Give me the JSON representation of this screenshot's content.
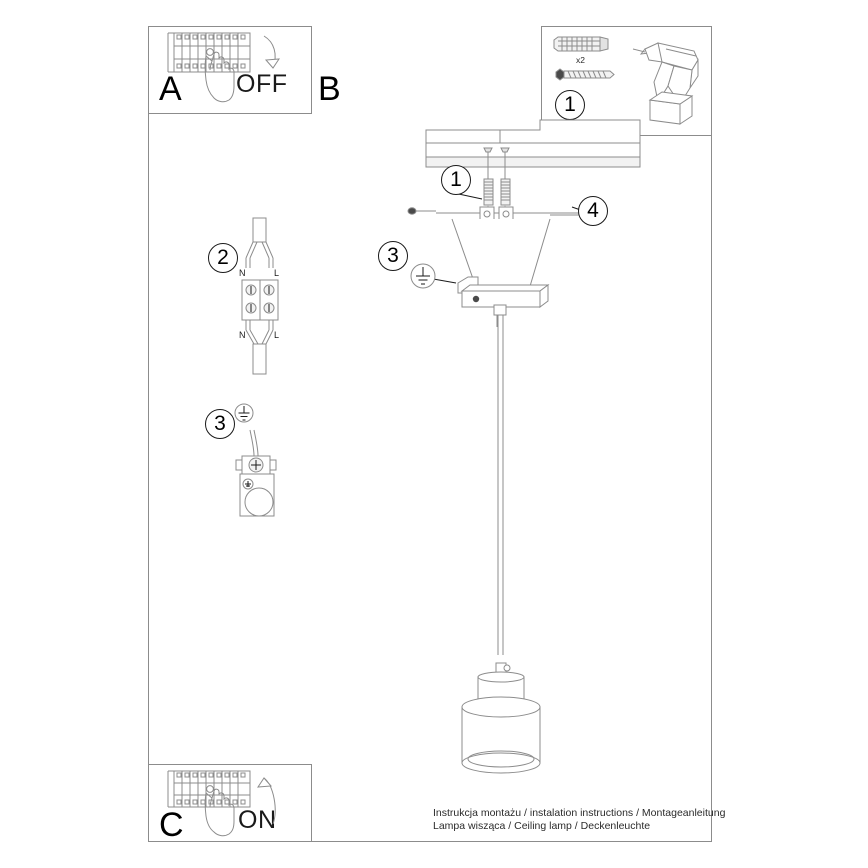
{
  "document": {
    "type": "assembly-instruction-sheet",
    "footer_lines": [
      "Instrukcja montażu / instalation instructions / Montageanleitung",
      "Lampa wisząca / Ceiling lamp / Deckenleuchte"
    ]
  },
  "panels": {
    "a": {
      "letter": "A",
      "state_label": "OFF",
      "icon": "breaker-panel-hand-off",
      "arrow_direction": "down"
    },
    "b": {
      "letter": "B"
    },
    "c": {
      "letter": "C",
      "state_label": "ON",
      "icon": "breaker-panel-hand-on",
      "arrow_direction": "up"
    },
    "parts": {
      "callout": "1",
      "quantity_label": "x2",
      "items": [
        "wall-plug",
        "screw",
        "power-drill"
      ]
    }
  },
  "callouts": {
    "ceiling_anchor": "1",
    "terminal_block": "2",
    "earth_connection": "3",
    "earth_connection_canopy": "3",
    "bracket_screw": "4"
  },
  "terminal_block": {
    "top_left_label": "N",
    "top_right_label": "L",
    "bottom_left_label": "N",
    "bottom_right_label": "L"
  },
  "colors": {
    "line": "#8c8c8c",
    "dark_line": "#1a1a1a",
    "text": "#1a1a1a",
    "background": "#ffffff"
  }
}
